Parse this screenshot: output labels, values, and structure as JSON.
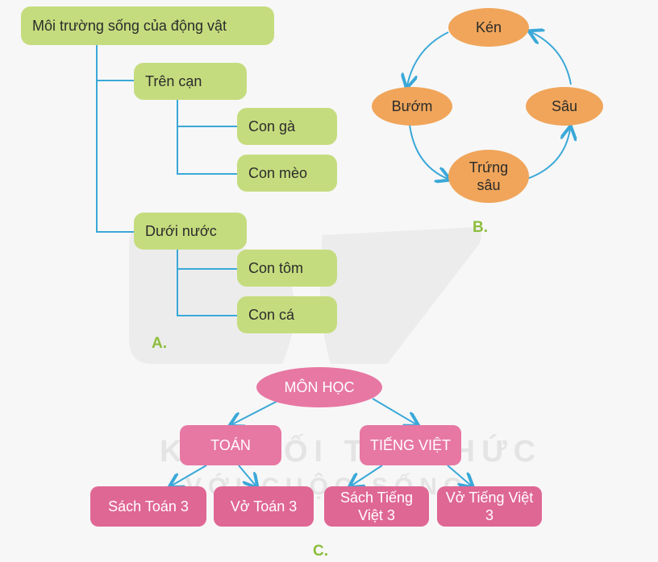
{
  "watermark": {
    "line1": "KẾT NỐI TRI THỨC",
    "line2": "VỚI CUỘC SỐNG"
  },
  "diagram_a": {
    "label": "A.",
    "root": "Môi trường sống của động vật",
    "branches": [
      {
        "label": "Trên cạn",
        "children": [
          "Con gà",
          "Con mèo"
        ]
      },
      {
        "label": "Dưới nước",
        "children": [
          "Con tôm",
          "Con cá"
        ]
      }
    ]
  },
  "diagram_b": {
    "label": "B.",
    "nodes": [
      "Kén",
      "Bướm",
      "Sâu",
      "Trứng sâu"
    ]
  },
  "diagram_c": {
    "label": "C.",
    "root": "MÔN HỌC",
    "branches": [
      {
        "label": "TOÁN",
        "children": [
          "Sách Toán 3",
          "Vở Toán 3"
        ]
      },
      {
        "label": "TIẾNG VIỆT",
        "children": [
          "Sách Tiếng Việt 3",
          "Vở Tiếng Việt 3"
        ]
      }
    ]
  },
  "colors": {
    "green_box": "#c5dc7e",
    "connector_blue": "#3aa8d8",
    "orange_node": "#f0a55a",
    "pink_box": "#e777a3",
    "label_green": "#8cbd3c"
  }
}
